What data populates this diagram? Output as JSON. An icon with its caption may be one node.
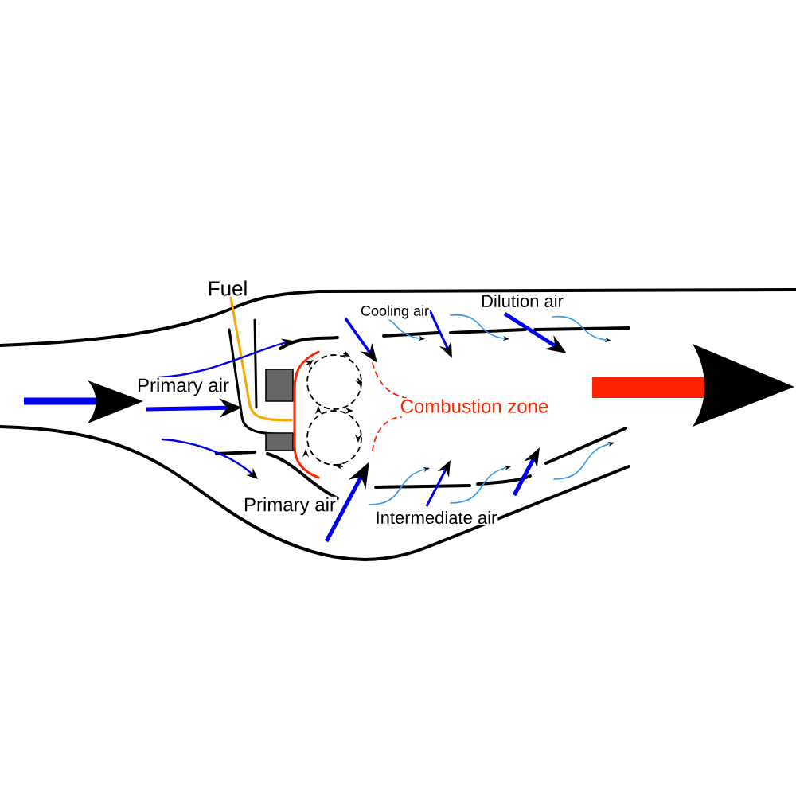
{
  "diagram": {
    "labels": [
      "Fuel",
      "Cooling air",
      "Dilution air",
      "Primary air",
      "Combustion zone",
      "Primary air",
      "Intermediate air"
    ]
  }
}
